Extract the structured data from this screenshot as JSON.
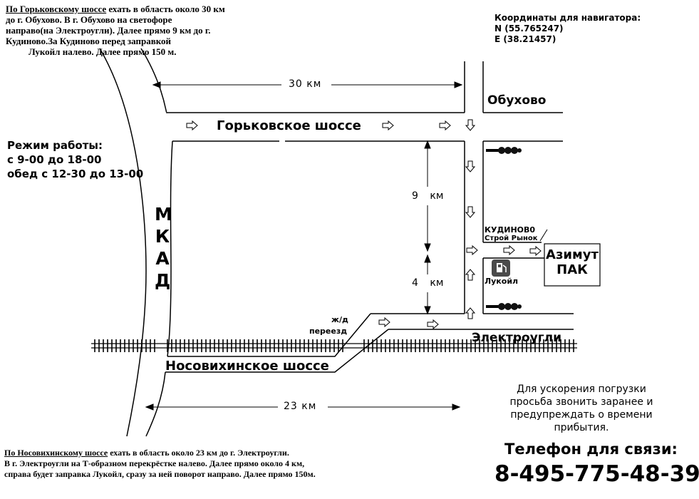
{
  "top_instructions": {
    "road_link": "По Горьковскому шоссе",
    "line1_rest": " ехать в область около 30 км",
    "line2": "до г. Обухово. В г. Обухово на светофоре",
    "line3": "направо(на Электроугли). Далее прямо 9 км до г.",
    "line4": "Кудиново.За Кудиново перед заправкой",
    "line5": "Лукойл налево. Далее прямо 150 м."
  },
  "coordinates": {
    "title": "Координаты для навигатора:",
    "n": "N (55.765247)",
    "e": "E (38.21457)"
  },
  "working_hours": {
    "title": "Режим работы:",
    "hours": "с 9-00 до 18-00",
    "lunch": "обед с 12-30 до 13-00"
  },
  "map": {
    "mkad_letters": [
      "М",
      "К",
      "А",
      "Д"
    ],
    "dist_30": "30 км",
    "dist_9": "9 км",
    "dist_4": "4 км",
    "dist_23": "23 км",
    "road_gorkovskoe": "Горьковское шоссе",
    "road_nosovikhinskoe": "Носовихинское шоссе",
    "town_obukhovo": "Обухово",
    "town_elektrougli": "Электроугли",
    "kudinovo": "КУДИНОВ0",
    "stroi_rynok": "Строй Рынок",
    "lukoil": "Лукойл",
    "railway_crossing_1": "ж/д",
    "railway_crossing_2": "переезд",
    "destination_line1": "Азимут",
    "destination_line2": "ПАК"
  },
  "note": {
    "line1": "Для ускорения погрузки",
    "line2": "просьба звонить заранее и",
    "line3": "предупреждать о времени",
    "line4": "прибытия."
  },
  "contact": {
    "label": "Телефон для связи:",
    "phone": "8-495-775-48-39"
  },
  "bottom_instructions": {
    "road_link": "По Носовихинскому шоссе",
    "line1_rest": " ехать в область около 23 км до г. Электроугли.",
    "line2": "В г. Электроугли на Т-образном  перекрёстке налево. Далее прямо около 4 км,",
    "line3": "справа будет заправка Лукойл, сразу за ней поворот направо. Далее прямо 150м."
  }
}
